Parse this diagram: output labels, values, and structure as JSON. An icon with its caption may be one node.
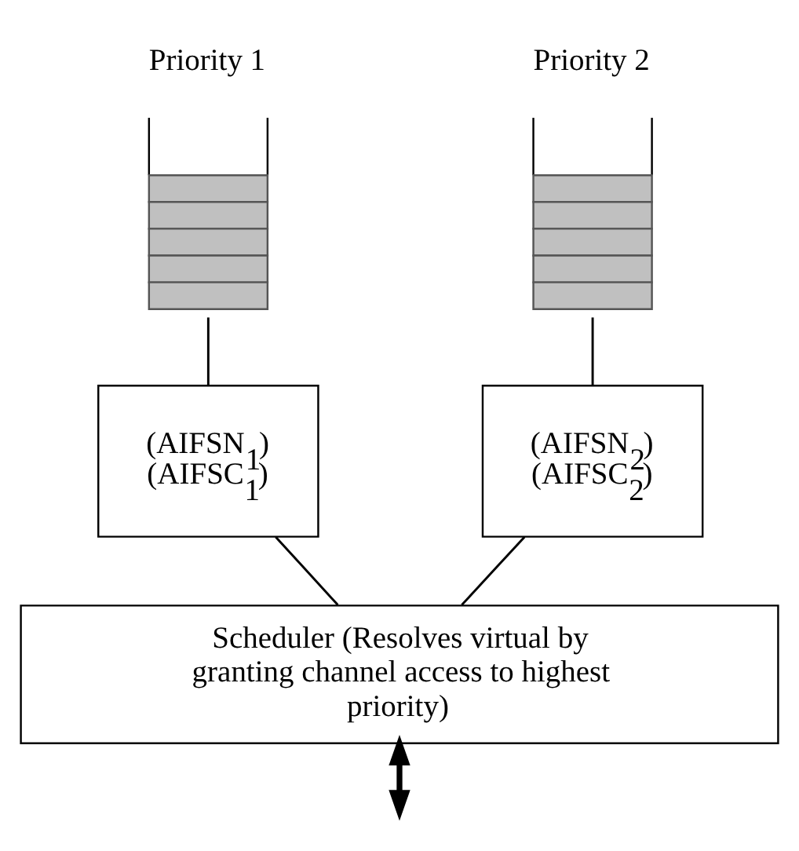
{
  "diagram": {
    "nodes": [
      {
        "text": [
          "Priority 1"
        ]
      },
      {
        "text": [
          "Priority 2"
        ]
      },
      {
        "text": [
          "(AIFSN$_{1}$)",
          "(AIFSC$_{1}$)"
        ]
      },
      {
        "text": [
          "(AIFSN$_{2}$)",
          "(AIFSC$_{2}$)"
        ]
      },
      {
        "text": [
          "Scheduler (Resolves virtual by granting channel access to highest priority)"
        ]
      }
    ],
    "edges": [
      {
        "from": 0,
        "to": 2,
        "arrow": "none"
      },
      {
        "from": 1,
        "to": 3,
        "arrow": "none"
      },
      {
        "from": 2,
        "to": 4,
        "arrow": "none"
      },
      {
        "from": 3,
        "to": 4,
        "arrow": "none"
      },
      {
        "from": 4,
        "to": null,
        "arrow": "both",
        "style": "thick"
      }
    ]
  }
}
